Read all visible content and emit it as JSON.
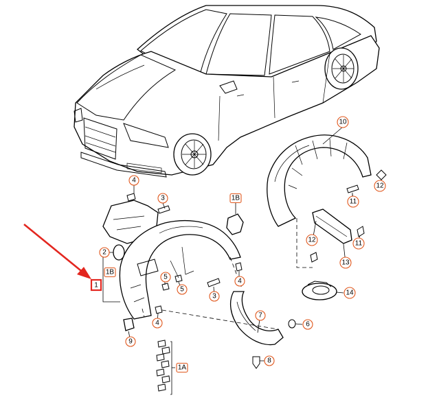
{
  "callouts": [
    {
      "id": "c10",
      "label": "10",
      "shape": "circle"
    },
    {
      "id": "c12a",
      "label": "12",
      "shape": "circle"
    },
    {
      "id": "c11a",
      "label": "11",
      "shape": "circle"
    },
    {
      "id": "c4a",
      "label": "4",
      "shape": "circle"
    },
    {
      "id": "c3a",
      "label": "3",
      "shape": "circle"
    },
    {
      "id": "c1Ba",
      "label": "1B",
      "shape": "rect"
    },
    {
      "id": "c12b",
      "label": "12",
      "shape": "circle"
    },
    {
      "id": "c11b",
      "label": "11",
      "shape": "circle"
    },
    {
      "id": "c13",
      "label": "13",
      "shape": "circle"
    },
    {
      "id": "c2",
      "label": "2",
      "shape": "circle"
    },
    {
      "id": "c1Bb",
      "label": "1B",
      "shape": "rect"
    },
    {
      "id": "c5a",
      "label": "5",
      "shape": "circle"
    },
    {
      "id": "c5b",
      "label": "5",
      "shape": "circle"
    },
    {
      "id": "c4b",
      "label": "4",
      "shape": "circle"
    },
    {
      "id": "c3b",
      "label": "3",
      "shape": "circle"
    },
    {
      "id": "c14",
      "label": "14",
      "shape": "circle"
    },
    {
      "id": "c4c",
      "label": "4",
      "shape": "circle"
    },
    {
      "id": "c7",
      "label": "7",
      "shape": "circle"
    },
    {
      "id": "c6",
      "label": "6",
      "shape": "circle"
    },
    {
      "id": "c9",
      "label": "9",
      "shape": "circle"
    },
    {
      "id": "c8",
      "label": "8",
      "shape": "circle"
    },
    {
      "id": "c1A",
      "label": "1A",
      "shape": "rect"
    }
  ],
  "selected_callout": {
    "label": "1"
  },
  "colors": {
    "callout_border": "#e0561b",
    "highlight": "#e3261f",
    "line": "#000000"
  }
}
